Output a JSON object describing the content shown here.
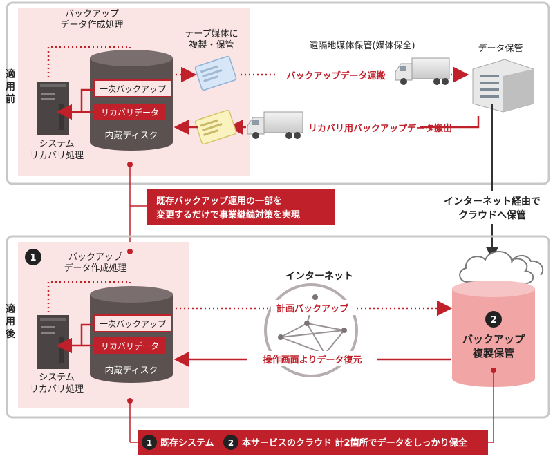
{
  "colors": {
    "accent": "#c0202a",
    "panel_border": "#c8c8c8",
    "pink_panel": "#fbe4e4",
    "disk_body": "#5b5151",
    "disk_top": "#7a6e6e",
    "cloud_storage": "#f2a5a5"
  },
  "before": {
    "side_label": [
      "適",
      "用",
      "前"
    ],
    "backup_create": [
      "バックアップ",
      "データ作成処理"
    ],
    "tape_copy": [
      "テープ媒体に",
      "複製・保管"
    ],
    "remote_storage": "遠隔地媒体保管(媒体保全)",
    "data_storage": "データ保管",
    "disk_primary": "一次バックアップ",
    "disk_recovery": "リカバリデータ",
    "disk_name": "内蔵ディスク",
    "system_recovery": [
      "システム",
      "リカバリ処理"
    ],
    "transport": "バックアップデータ運搬",
    "retrieval": "リカバリ用バックアップデータ搬出"
  },
  "middle": {
    "callout": [
      "既存バックアップ運用の一部を",
      "変更するだけで事業継続対策を実現"
    ],
    "via_internet": [
      "インターネット経由で",
      "クラウドへ保管"
    ]
  },
  "after": {
    "side_label": [
      "適",
      "用",
      "後"
    ],
    "badge1": "1",
    "backup_create": [
      "バックアップ",
      "データ作成処理"
    ],
    "disk_primary": "一次バックアップ",
    "disk_recovery": "リカバリデータ",
    "disk_name": "内蔵ディスク",
    "system_recovery": [
      "システム",
      "リカバリ処理"
    ],
    "internet": "インターネット",
    "scheduled": "計画バックアップ",
    "restore": "操作画面よりデータ復元",
    "badge2": "2",
    "cloud_storage": [
      "バックアップ",
      "複製保管"
    ]
  },
  "footer": {
    "badge1": "1",
    "item1": "既存システム",
    "badge2": "2",
    "item2": "本サービスのクラウド 計2箇所でデータをしっかり保全"
  }
}
